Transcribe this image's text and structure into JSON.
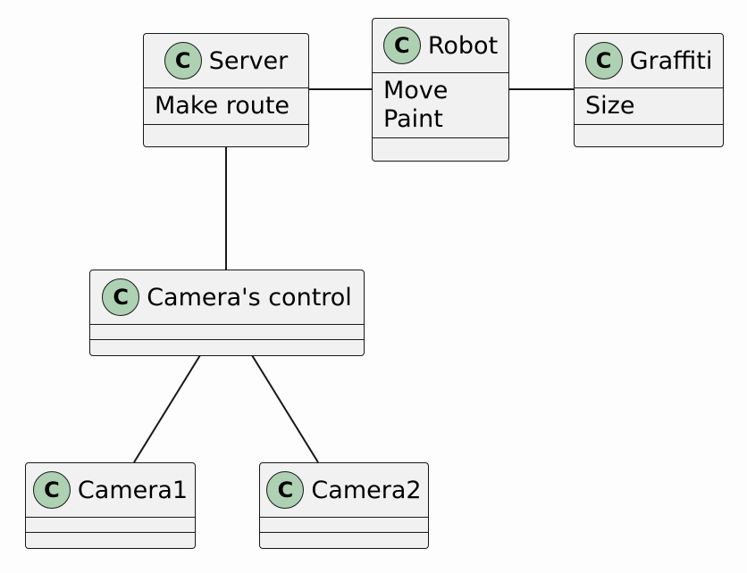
{
  "classes": [
    {
      "id": "server",
      "name": "Server",
      "badge": "C",
      "fields": [
        "Make route"
      ]
    },
    {
      "id": "robot",
      "name": "Robot",
      "badge": "C",
      "fields": [
        "Move",
        "Paint"
      ]
    },
    {
      "id": "graffiti",
      "name": "Graffiti",
      "badge": "C",
      "fields": [
        "Size"
      ]
    },
    {
      "id": "cameras-control",
      "name": "Camera's control",
      "badge": "C",
      "fields": []
    },
    {
      "id": "camera1",
      "name": "Camera1",
      "badge": "C",
      "fields": []
    },
    {
      "id": "camera2",
      "name": "Camera2",
      "badge": "C",
      "fields": []
    }
  ],
  "relations": [
    {
      "from": "server",
      "to": "robot"
    },
    {
      "from": "robot",
      "to": "graffiti"
    },
    {
      "from": "server",
      "to": "cameras-control"
    },
    {
      "from": "cameras-control",
      "to": "camera1"
    },
    {
      "from": "cameras-control",
      "to": "camera2"
    }
  ],
  "colors": {
    "class_fill": "#f1f1f1",
    "badge_fill": "#add1b2",
    "border": "#181818"
  }
}
